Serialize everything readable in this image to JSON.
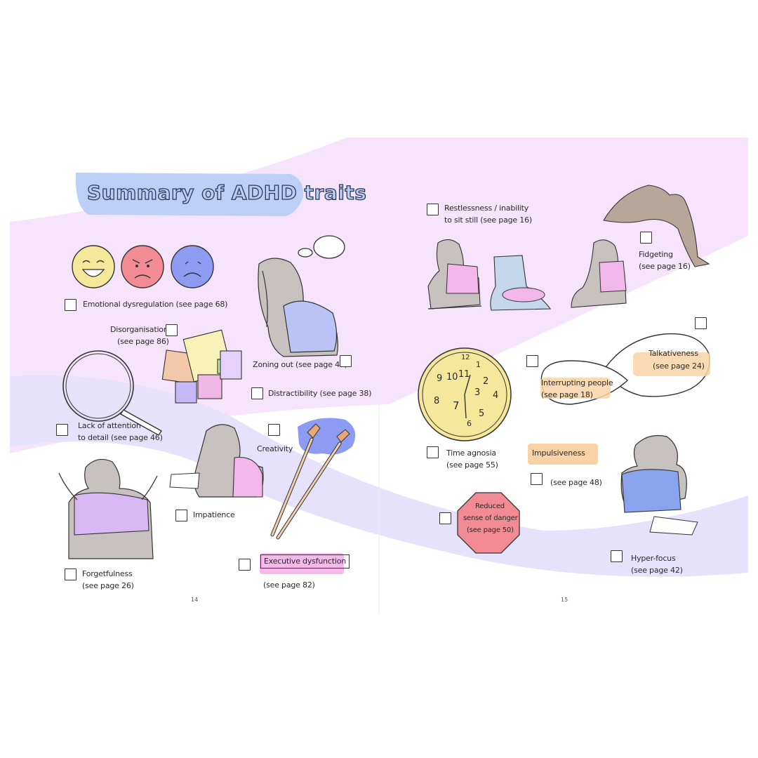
{
  "title": "Summary of ADHD traits",
  "colors": {
    "pink_band": "#f5e4fb",
    "lavender_band": "#e6e2fb",
    "title_highlight": "#bcd0f7",
    "yellow": "#f6e89a",
    "red": "#f28b94",
    "blue": "#8d9cf2",
    "orange_highlight": "#f9d3a6",
    "magenta_highlight": "#f6b8ea"
  },
  "left_page": {
    "page_number": "14",
    "traits": {
      "emotional": "Emotional dysregulation (see page 68)",
      "disorg_1": "Disorganisation",
      "disorg_2": "(see page 86)",
      "zoning": "Zoning out (see page 45)",
      "distract": "Distractibility (see page 38)",
      "lack_1": "Lack of attention",
      "lack_2": "to detail (see page 46)",
      "creativity": "Creativity",
      "impatience": "Impatience",
      "forget_1": "Forgetfulness",
      "forget_2": "(see page 26)",
      "exec_1": "Executive dysfunction",
      "exec_2": "(see page 82)"
    }
  },
  "right_page": {
    "page_number": "15",
    "traits": {
      "restless_1": "Restlessness / inability",
      "restless_2": "to sit still (see page 16)",
      "fidget_1": "Fidgeting",
      "fidget_2": "(see page 16)",
      "talk_1": "Talkativeness",
      "talk_2": "(see page 24)",
      "interrupt_1": "Interrupting people",
      "interrupt_2": "(see page 18)",
      "time_1": "Time agnosia",
      "time_2": "(see page 55)",
      "impulse_1": "Impulsiveness",
      "impulse_2": "(see page 48)",
      "danger_1": "Reduced",
      "danger_2": "sense of danger",
      "danger_3": "(see page 50)",
      "hyper_1": "Hyper-focus",
      "hyper_2": "(see page 42)"
    },
    "clock_numbers": [
      "12",
      "1",
      "2",
      "3",
      "4",
      "5",
      "6",
      "7",
      "8",
      "9",
      "10",
      "11"
    ]
  }
}
